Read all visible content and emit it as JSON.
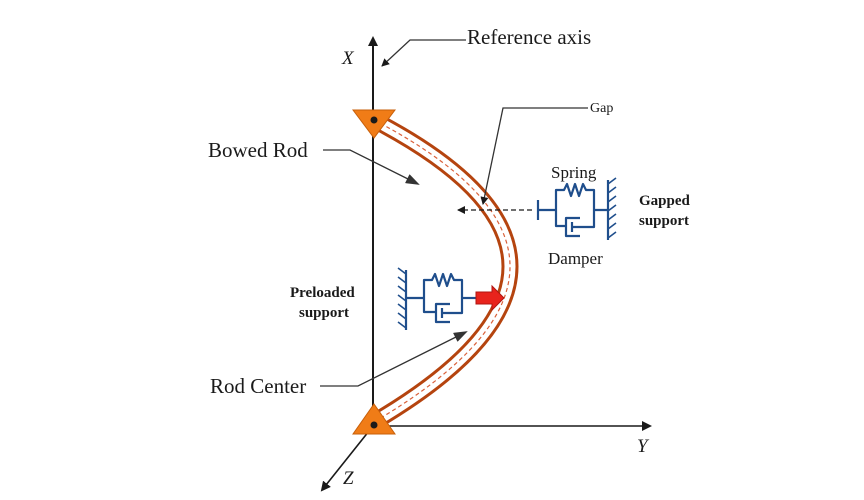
{
  "axes": {
    "x_label": "X",
    "y_label": "Y",
    "z_label": "Z"
  },
  "labels": {
    "reference_axis": "Reference axis",
    "gap": "Gap",
    "bowed_rod": "Bowed Rod",
    "spring": "Spring",
    "damper": "Damper",
    "gapped_support_line1": "Gapped",
    "gapped_support_line2": "support",
    "preloaded_support_line1": "Preloaded",
    "preloaded_support_line2": "support",
    "rod_center": "Rod Center"
  },
  "colors": {
    "rod": "#b5440f",
    "rod_center_line": "#d9603a",
    "support_triangle": "#f07c17",
    "mechanism": "#1f4e8c",
    "preload_arrow": "#e8231c",
    "line": "#1a1a1a"
  }
}
